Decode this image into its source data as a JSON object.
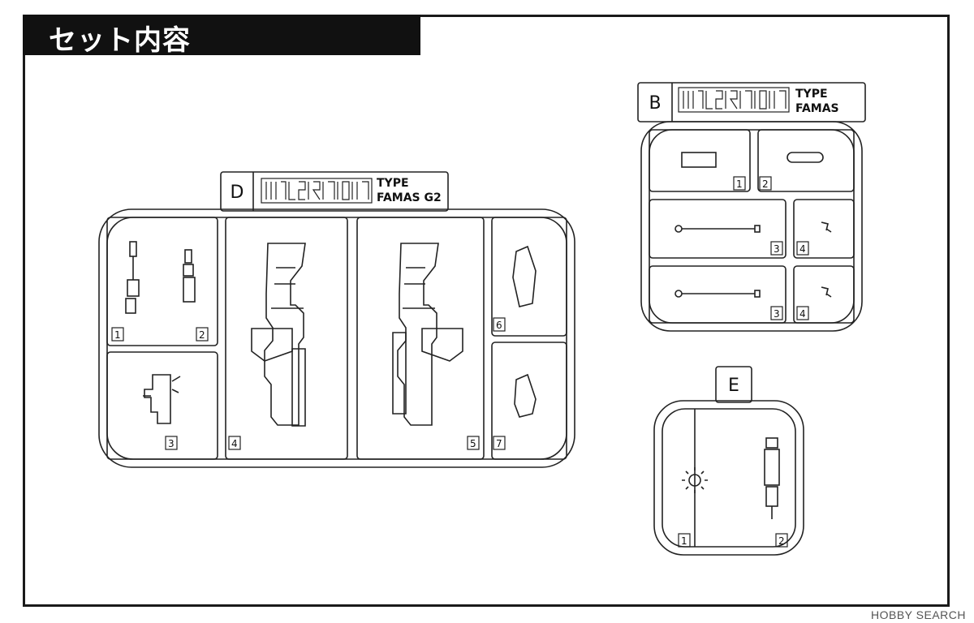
{
  "header": {
    "title": "セット内容"
  },
  "sprues": {
    "D": {
      "letter": "D",
      "line1": "TYPE",
      "line2": "FAMAS G2",
      "parts": [
        "1",
        "2",
        "3",
        "4",
        "5",
        "6",
        "7"
      ]
    },
    "B": {
      "letter": "B",
      "line1": "TYPE",
      "line2": "FAMAS",
      "parts": [
        "1",
        "2",
        "3",
        "4",
        "3",
        "4"
      ]
    },
    "E": {
      "letter": "E",
      "parts": [
        "1",
        "2"
      ]
    }
  },
  "watermark": {
    "text": "HOBBY SEARCH"
  }
}
